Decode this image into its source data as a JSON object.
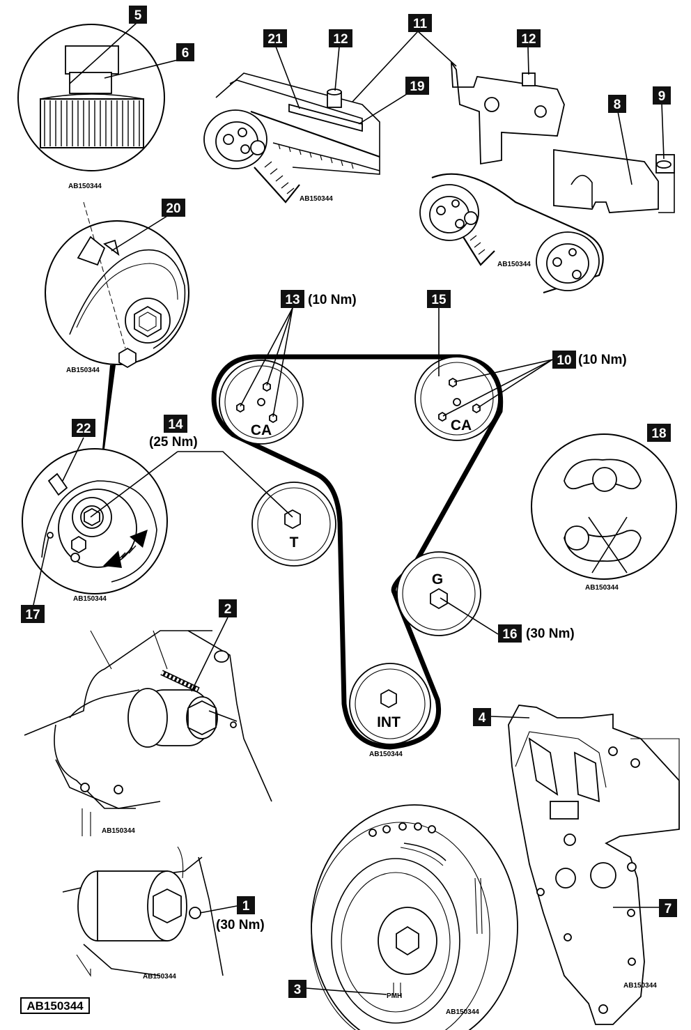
{
  "figure_code": "AB150344",
  "callouts": {
    "c1": "1",
    "c2": "2",
    "c3": "3",
    "c4": "4",
    "c5": "5",
    "c6": "6",
    "c7": "7",
    "c8": "8",
    "c9": "9",
    "c10": "10",
    "c11": "11",
    "c12a": "12",
    "c12b": "12",
    "c13": "13",
    "c14": "14",
    "c15": "15",
    "c16": "16",
    "c17": "17",
    "c18": "18",
    "c19": "19",
    "c20": "20",
    "c21": "21",
    "c22": "22"
  },
  "torques": {
    "t13": "(10 Nm)",
    "t10": "(10 Nm)",
    "t14": "(25 Nm)",
    "t16": "(30 Nm)",
    "t1": "(30 Nm)"
  },
  "pulleys": {
    "cam_left": "CA",
    "cam_right": "CA",
    "tensioner": "T",
    "idler": "G",
    "crank": "INT"
  },
  "crank_mark": "PMH",
  "ref_codes": {
    "r_detail5": "AB150344",
    "r_tool_left": "AB150344",
    "r_tool_right": "AB150344",
    "r_detail20": "AB150344",
    "r_detail22": "AB150344",
    "r_belt": "AB150344",
    "r_detail18": "AB150344",
    "r_pin2": "AB150344",
    "r_pin1": "AB150344",
    "r_damper": "AB150344",
    "r_cover": "AB150344",
    "r_footer": "AB150344"
  }
}
